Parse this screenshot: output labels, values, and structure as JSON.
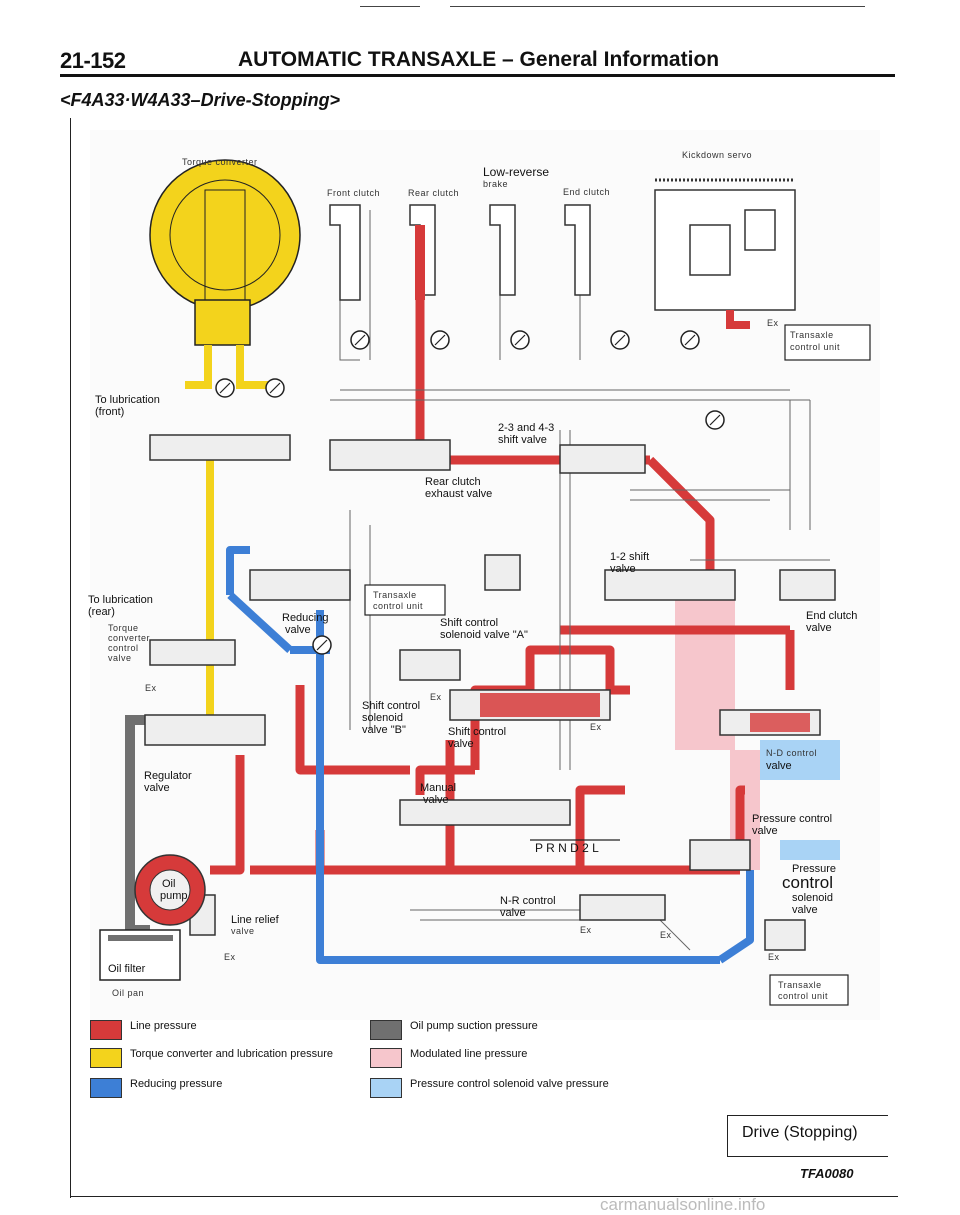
{
  "header": {
    "page_number": "21-152",
    "title": "AUTOMATIC TRANSAXLE – General Information"
  },
  "section_title": "<F4A33·W4A33–Drive-Stopping>",
  "colors": {
    "line_pressure": "#d63a3a",
    "torque_converter": "#f3d31c",
    "reducing": "#3d7fd6",
    "oil_pump_suction": "#707070",
    "modulated_line": "#f6c6cc",
    "pressure_control_solenoid": "#a9d3f5"
  },
  "labels": {
    "torque_converter": "Torque converter",
    "front_clutch": "Front clutch",
    "rear_clutch": "Rear clutch",
    "low_reverse_brake": "Low-reverse",
    "low_reverse_brake_2": "brake",
    "end_clutch": "End clutch",
    "kickdown_servo": "Kickdown servo",
    "to_lubrication_front_1": "To lubrication",
    "to_lubrication_front_2": "(front)",
    "to_lubrication_rear_1": "To lubrication",
    "to_lubrication_rear_2": "(rear)",
    "tc_control_valve_1": "Torque",
    "tc_control_valve_2": "converter",
    "tc_control_valve_3": "control",
    "tc_control_valve_4": "valve",
    "reducing_valve_1": "Reducing",
    "reducing_valve_2": "valve",
    "valve_23_43_1": "2-3 and 4-3",
    "valve_23_43_2": "shift valve",
    "rear_clutch_exhaust_1": "Rear clutch",
    "rear_clutch_exhaust_2": "exhaust valve",
    "shift_12_1": "1-2 shift",
    "shift_12_2": "valve",
    "end_clutch_valve_1": "End clutch",
    "end_clutch_valve_2": "valve",
    "tcu_top_1": "Transaxle",
    "tcu_top_2": "control unit",
    "tcu_mid_1": "Transaxle",
    "tcu_mid_2": "control unit",
    "tcu_bottom_1": "Transaxle",
    "tcu_bottom_2": "control unit",
    "sc_solenoid_a_1": "Shift control",
    "sc_solenoid_a_2": "solenoid valve \"A\"",
    "sc_solenoid_b_1": "Shift control",
    "sc_solenoid_b_2": "solenoid",
    "sc_solenoid_b_3": "valve \"B\"",
    "shift_control_1": "Shift control",
    "shift_control_2": "valve",
    "regulator_1": "Regulator",
    "regulator_2": "valve",
    "manual_1": "Manual",
    "manual_2": "valve",
    "prnd2l": "P R N D 2 L",
    "nd_control_1": "N-D control",
    "nd_control_2": "valve",
    "pressure_control_1": "Pressure control",
    "pressure_control_2": "valve",
    "pcs_1": "Pressure",
    "pcs_2": "control",
    "pcs_3": "solenoid",
    "pcs_4": "valve",
    "oil_pump_1": "Oil",
    "oil_pump_2": "pump",
    "line_relief_1": "Line relief",
    "line_relief_2": "valve",
    "nr_control_1": "N-R control",
    "nr_control_2": "valve",
    "oil_filter": "Oil filter",
    "oil_pan": "Oil pan",
    "ex": "Ex"
  },
  "legend": [
    {
      "text": "Line pressure",
      "color": "#d63a3a"
    },
    {
      "text": "Torque converter and lubrication pressure",
      "color": "#f3d31c"
    },
    {
      "text": "Reducing pressure",
      "color": "#3d7fd6"
    },
    {
      "text": "Oil pump suction pressure",
      "color": "#707070"
    },
    {
      "text": "Modulated line pressure",
      "color": "#f6c6cc"
    },
    {
      "text": "Pressure control solenoid valve pressure",
      "color": "#a9d3f5"
    }
  ],
  "drive_label": "Drive (Stopping)",
  "figure_code": "TFA0080",
  "footer_watermark": "carmanualsonline.info"
}
